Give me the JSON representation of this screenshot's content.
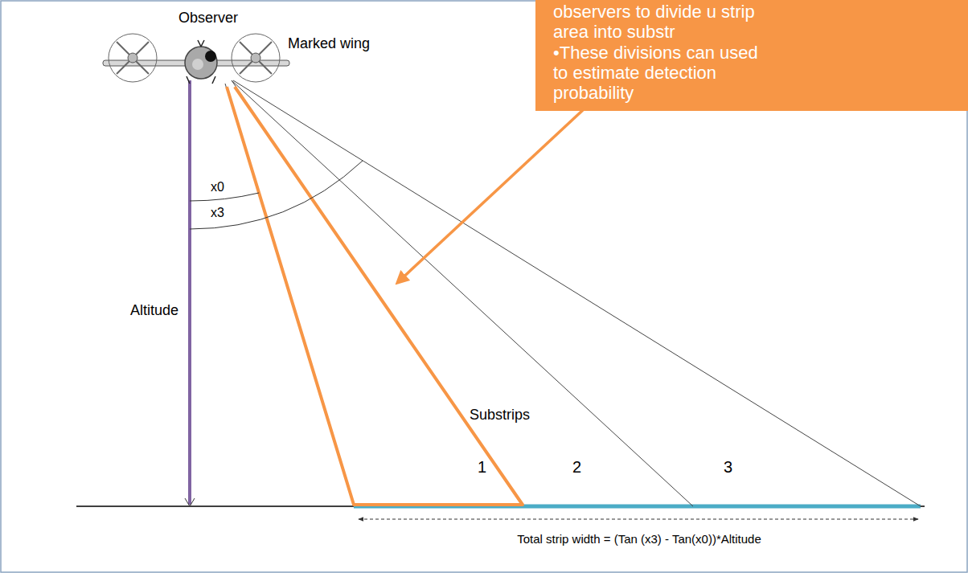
{
  "diagram": {
    "nodes": [
      {
        "text": [
          "observers to divide u strip area into substr",
          "•These divisions can used to estimate detection probability"
        ]
      }
    ],
    "labels": [
      "Observer",
      "Marked wing",
      "x0",
      "x3",
      "Altitude",
      "Substrips",
      "1",
      "2",
      "3",
      "Total strip width = (Tan (x3) - Tan(x0))*Altitude"
    ]
  }
}
